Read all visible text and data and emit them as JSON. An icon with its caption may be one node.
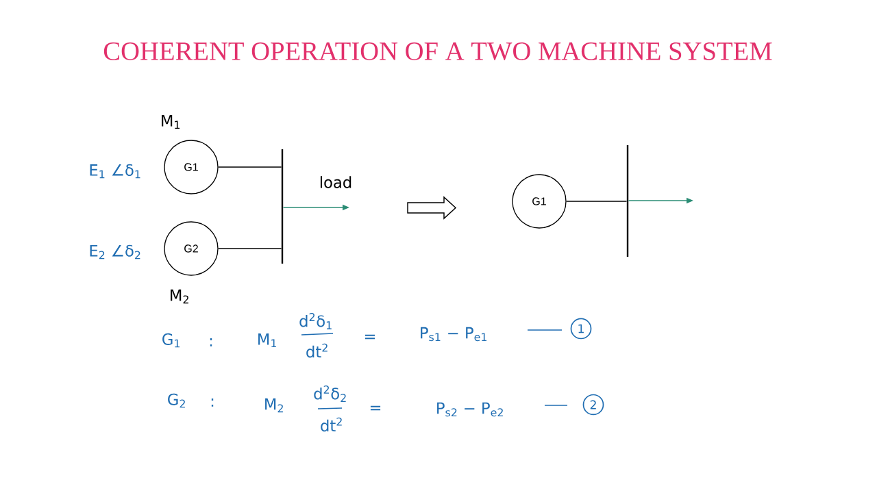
{
  "diagram": {
    "title": "COHERENT OPERATION OF A TWO MACHINE SYSTEM",
    "nodes": [
      {
        "text": [
          "G1"
        ],
        "beside": [
          "M$_{1}$",
          "E$_{1}$ ∠δ$_{1}$"
        ]
      },
      {
        "text": [
          "G2"
        ],
        "beside": [
          "E$_{2}$ ∠δ$_{2}$",
          "M$_{2}$"
        ]
      },
      {
        "text": [],
        "shape": "bar"
      },
      {
        "text": [
          "G1"
        ]
      },
      {
        "text": [],
        "shape": "bar"
      },
      {
        "text": [
          "1"
        ]
      },
      {
        "text": [
          "2"
        ]
      }
    ],
    "edges": [
      {
        "from": 0,
        "to": 2,
        "arrow": "none"
      },
      {
        "from": 1,
        "to": 2,
        "arrow": "none"
      },
      {
        "from": 2,
        "to": null,
        "arrow": "to",
        "label": "load",
        "color": "#2a8c74"
      },
      {
        "from": 3,
        "to": 4,
        "arrow": "none"
      },
      {
        "from": 4,
        "to": null,
        "arrow": "to",
        "color": "#2a8c74"
      }
    ],
    "labels": [
      "G$_{1}$",
      ":",
      "M$_{1}$",
      "d$^{2}$δ$_{1}$",
      "dt$^{2}$",
      "=",
      "P$_{s1}$ − P$_{e1}$",
      "G$_{2}$",
      ":",
      "M$_{2}$",
      "d$^{2}$δ$_{2}$",
      "dt$^{2}$",
      "=",
      "P$_{s2}$ − P$_{e2}$"
    ]
  }
}
